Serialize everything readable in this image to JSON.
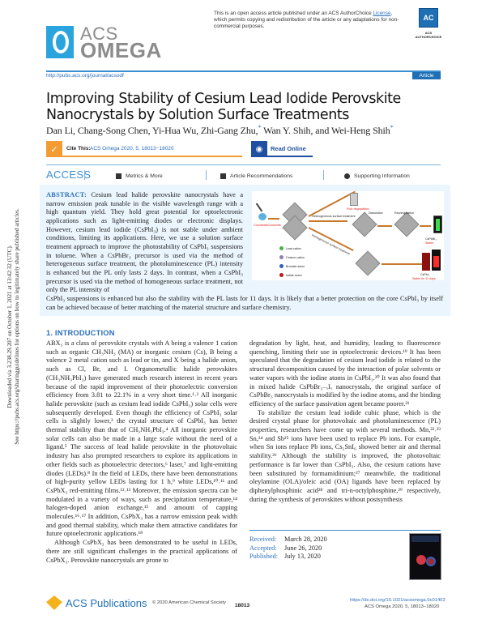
{
  "header": {
    "open_access_note": "This is an open access article published under an ACS AuthorChoice ",
    "license_link": "License",
    "open_access_note_end": ", which permits copying and redistribution of the article or any adaptations for non-commercial purposes.",
    "badge": "AC",
    "badge_label": "ACS AUTHORCHOICE",
    "logo_line1": "ACS",
    "logo_line2": "OMEGA",
    "journal_url": "http://pubs.acs.org/journal/acsodf",
    "article_type": "Article"
  },
  "side_note": {
    "line1": "Downloaded via 3.238.29.207 on October 1, 2021 at 13:42:32 (UTC).",
    "line2": "See https://pubs.acs.org/sharingguidelines for options on how to legitimately share published articles."
  },
  "article": {
    "title": "Improving Stability of Cesium Lead Iodide Perovskite Nanocrystals by Solution Surface Treatments",
    "authors_part1": "Dan Li, Chang-Song Chen, Yi-Hua Wu, Zhi-Gang Zhu,",
    "authors_part2": " Wan Y. Shih, and Wei-Heng Shih",
    "corresponding_mark": "*",
    "cite_label": "Cite This:",
    "cite_ref": "ACS Omega 2020, 5, 18013−18020",
    "read_online": "Read Online"
  },
  "access_bar": {
    "access": "ACCESS",
    "metrics": "Metrics & More",
    "recommendations": "Article Recommendations",
    "supporting": "Supporting Information"
  },
  "abstract": {
    "heading": "ABSTRACT:",
    "text": " Cesium lead halide perovskite nanocrystals have a narrow emission peak tunable in the visible wavelength range with a high quantum yield. They hold great potential for optoelectronic applications such as light-emitting diodes or electronic displays. However, cesium lead iodide (CsPbI₃) is not stable under ambient conditions, limiting its applications. Here, we use a solution surface treatment approach to improve the photostability of CsPbI₃ suspensions in toluene. When a CsPbBr₃ precursor is used via the method of heterogeneous surface treatment, the photoluminescence (PL) intensity is enhanced but the PL only lasts 2 days. In contrast, when a CsPbI₃ precursor is used via the method of homogeneous surface treatment, not only the PL intensity of",
    "text_cont": "CsPbI₃ suspensions is enhanced but also the stability with the PL lasts for 11 days. It is likely that a better protection on the core CsPbI₃ by itself can be achieved because of better matching of the material structure and surface chemistry."
  },
  "toc_graphic": {
    "poor_degradation": "Poor degradation",
    "solvent_label": "Coordinated solvents",
    "heterogeneous": "Heterogeneous surface treatment",
    "homogeneous": "Homogeneous surface treatment",
    "dissolution": "Dissolution",
    "reprecipitation": "Reprecipitation",
    "legend": [
      "Lead cation",
      "Cesium cation",
      "Bromide anion",
      "Iodide anion"
    ],
    "product1": "CsPbBr₃",
    "product1_note": "Stable",
    "product2": "CsPbI₃",
    "product2_note": "Stable for 11 days",
    "colors": {
      "arrow": "#c8782a",
      "lead": "#4caf50",
      "cesium": "#8e7fb0",
      "bromide": "#2f5fbd",
      "iodide": "#c0151b"
    }
  },
  "intro": {
    "heading": "1. INTRODUCTION",
    "left_paragraphs": [
      "ABX₃ is a class of perovskite crystals with A being a valence 1 cation such as organic CH₃NH₃ (MA) or inorganic cesium (Cs), B being a valence 2 metal cation such as lead or tin, and X being a halide anion, such as Cl, Br, and I. Organometallic halide perovskites (CH₃NH₃PbI₃) have generated much research interest in recent years because of the rapid improvement of their photoelectric conversion efficiency from 3.81 to 22.1% in a very short time.¹˒² All inorganic halide perovskite (such as cesium lead iodide CsPbI₃) solar cells were subsequently developed. Even though the efficiency of CsPbI₃ solar cells is slightly lower,³ the crystal structure of CsPbI₃ has better thermal stability than that of CH₃NH₃PbI₃.⁴ All inorganic perovskite solar cells can also be made in a large scale without the need of a ligand.⁵ The success of lead halide perovskite in the photovoltaic industry has also prompted researchers to explore its applications in other fields such as photoelectric detectors,⁶ laser,⁷ and light-emitting diodes (LEDs).⁸ In the field of LEDs, there have been demonstrations of high-purity yellow LEDs lasting for 1 h,⁹ white LEDs,¹⁰˒¹¹ and CsPbX₃ red-emitting films.¹²˒¹³ Moreover, the emission spectra can be modulated in a variety of ways, such as precipitation temperature,¹⁴ halogen-doped anion exchange,¹⁵ and amount of capping molecules.¹⁶˒¹⁷ In addition, CsPbX₃ has a narrow emission peak width and good thermal stability, which make them attractive candidates for future optoelectronic applications.¹⁸",
      "Although CsPbX₃ has been demonstrated to be useful in LEDs, there are still significant challenges in the practical applications of CsPbX₃. Perovskite nanocrystals are prone to"
    ],
    "right_paragraphs": [
      "degradation by light, heat, and humidity, leading to fluorescence quenching, limiting their use in optoelectronic devices.¹⁹ It has been speculated that the degradation of cesium lead iodide is related to the structural decomposition caused by the interaction of polar solvents or water vapors with the iodine atoms in CsPbI₃.²⁰ It was also found that in mixed halide CsPbBr₃₋ₓIₓ nanocrystals, the original surface of CsPbBr₃ nanocrystals is modified by the iodine atoms, and the binding efficiency of the surface passivation agent became poorer.²¹",
      "To stabilize the cesium lead iodide cubic phase, which is the desired crystal phase for photovoltaic and photoluminescence (PL) properties, researchers have come up with several methods. Mn,²²˒²³ Sn,²⁴ and Sb²⁵ ions have been used to replace Pb ions. For example, when Sn ions replace Pb ions, Cs₂SnI₆ showed better air and thermal stability.²⁶ Although the stability is improved, the photovoltaic performance is far lower than CsPbI₃. Also, the cesium cations have been substituted by formamidinium;²⁷ meanwhile, the traditional oleylamine (OLA)/oleic acid (OA) ligands have been replaced by diphenylphosphinic acid²⁸ and tri-n-octylphosphine,²⁹ respectively, during the synthesis of perovskites without postsynthesis"
    ]
  },
  "history": {
    "received_label": "Received:",
    "received": "March 28, 2020",
    "accepted_label": "Accepted:",
    "accepted": "June 26, 2020",
    "published_label": "Published:",
    "published": "July 13, 2020"
  },
  "footer": {
    "publisher": "ACS Publications",
    "copyright": "© 2020 American Chemical Society",
    "page": "18013",
    "doi": "https://dx.doi.org/10.1021/acsomega.0c01403",
    "citation": "ACS Omega 2020, 5, 18013−18020"
  }
}
